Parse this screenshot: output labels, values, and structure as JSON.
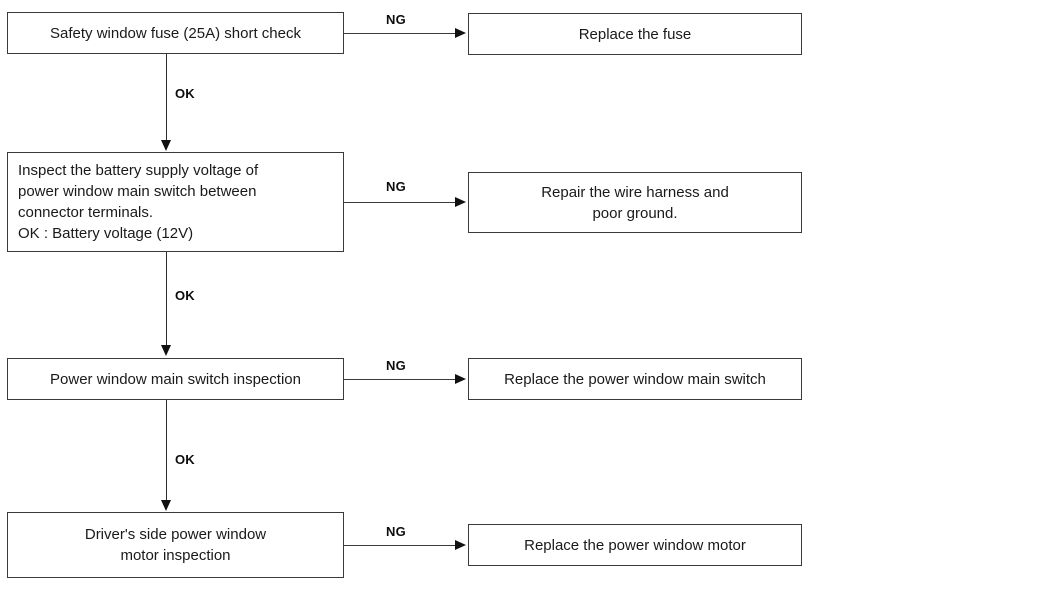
{
  "diagram": {
    "title": "Power window troubleshooting flowchart",
    "line_color": "#3a3a3a",
    "text_color": "#1a1a1a",
    "background": "#ffffff"
  },
  "nodes": {
    "fuse_check": "Safety window fuse (25A) short check",
    "replace_fuse": "Replace the fuse",
    "voltage_check": "Inspect the battery supply voltage of\npower window main switch between\nconnector terminals.\nOK : Battery voltage (12V)",
    "repair_harness": "Repair the wire harness and\npoor ground.",
    "switch_check": "Power window main switch inspection",
    "replace_switch": "Replace the power window main switch",
    "motor_check": "Driver's side power window\nmotor  inspection",
    "replace_motor": "Replace the power window motor"
  },
  "edges": {
    "ng_1": "NG",
    "ng_2": "NG",
    "ng_3": "NG",
    "ng_4": "NG",
    "ok_1": "OK",
    "ok_2": "OK",
    "ok_3": "OK"
  }
}
